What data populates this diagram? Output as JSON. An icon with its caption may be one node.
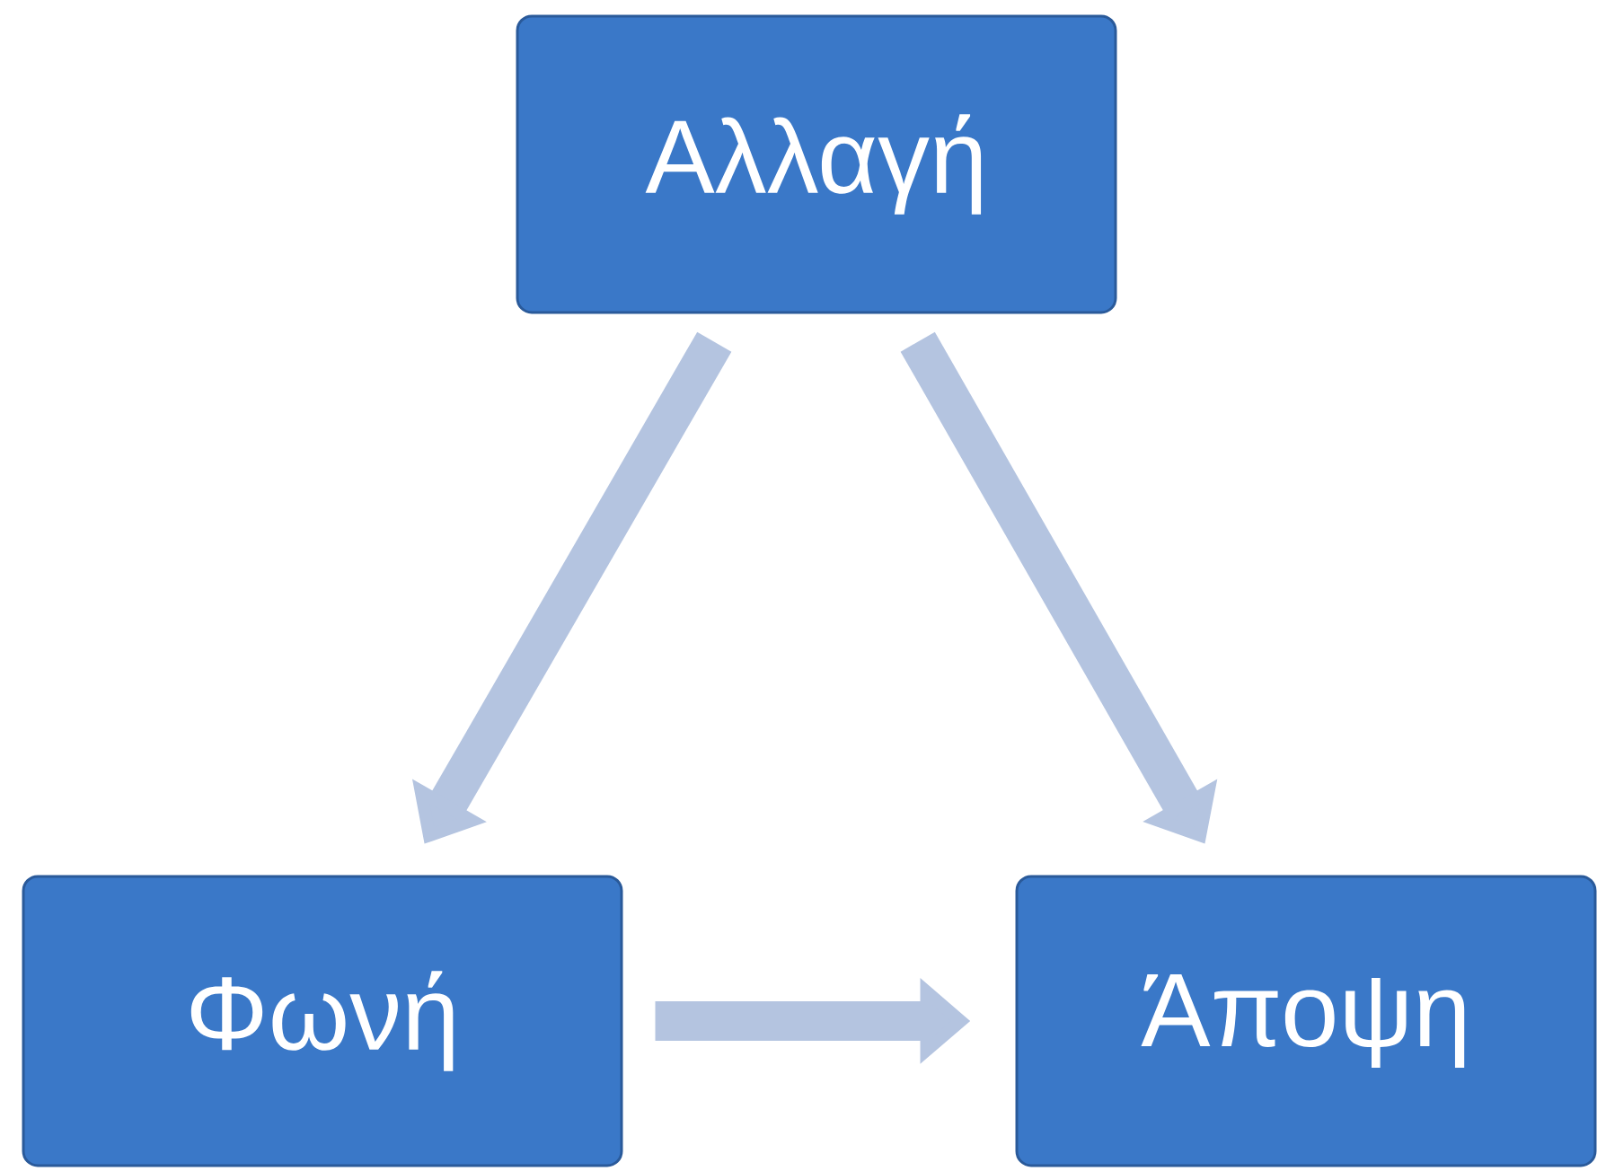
{
  "diagram": {
    "nodes": [
      {
        "text": [
          "Αλλαγή"
        ]
      },
      {
        "text": [
          "Φωνή"
        ]
      },
      {
        "text": [
          "Άποψη"
        ]
      }
    ],
    "edges": [
      {
        "from": 0,
        "to": 1,
        "arrow": "to"
      },
      {
        "from": 0,
        "to": 2,
        "arrow": "to"
      },
      {
        "from": 1,
        "to": 2,
        "arrow": "to"
      }
    ]
  }
}
